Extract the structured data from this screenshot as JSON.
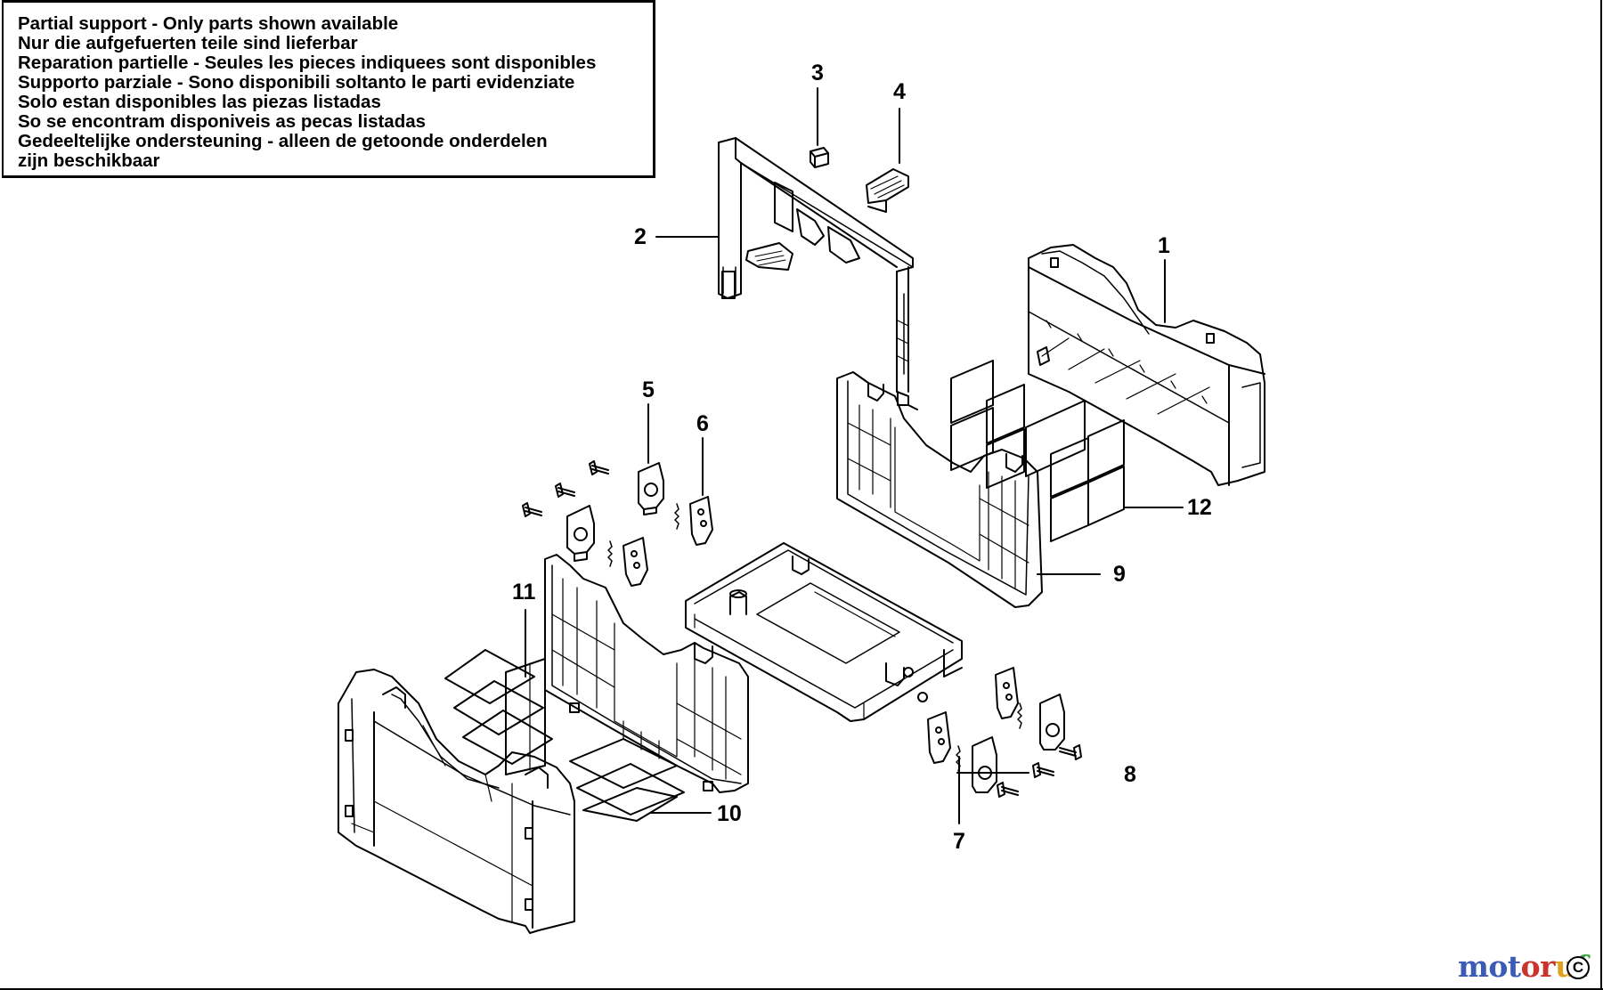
{
  "notice": {
    "lines": [
      "Partial support - Only parts shown available",
      "Nur die aufgefuerten teile sind lieferbar",
      "Reparation partielle - Seules les pieces indiquees sont disponibles",
      "Supporto parziale - Sono disponibili soltanto le parti evidenziate",
      "Solo estan disponibles las piezas listadas",
      "So se encontram disponiveis as pecas listadas",
      "Gedeeltelijke ondersteuning - alleen de getoonde onderdelen",
      "zijn beschikbaar"
    ]
  },
  "callouts": {
    "c1": "1",
    "c2": "2",
    "c3": "3",
    "c4": "4",
    "c5": "5",
    "c6": "6",
    "c7": "7",
    "c8": "8",
    "c9": "9",
    "c10": "10",
    "c11": "11",
    "c12": "12"
  },
  "watermark": {
    "p1": "mot",
    "p2": "or",
    "p3": "u",
    "p4": "f"
  },
  "copyright": "C"
}
